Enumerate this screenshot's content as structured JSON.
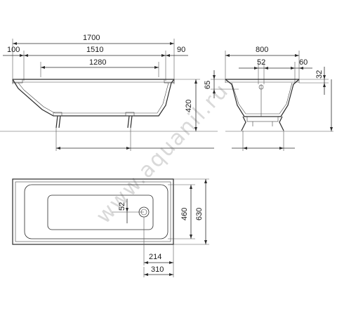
{
  "drawing": {
    "watermark": "www.aquanil.ru",
    "dimensions": {
      "total_length": "1700",
      "left_rim": "100",
      "inner_length": "1510",
      "right_rim": "90",
      "bottom_length": "1280",
      "height": "420",
      "width": "800",
      "drain_offset_front": "52",
      "rim_right": "60",
      "rim_height": "32",
      "rim_depth": "65",
      "drain_offset_plan": "52",
      "inner_width": "460",
      "outer_width": "630",
      "drain_from_end": "214",
      "drain_from_end_outer": "310"
    }
  }
}
